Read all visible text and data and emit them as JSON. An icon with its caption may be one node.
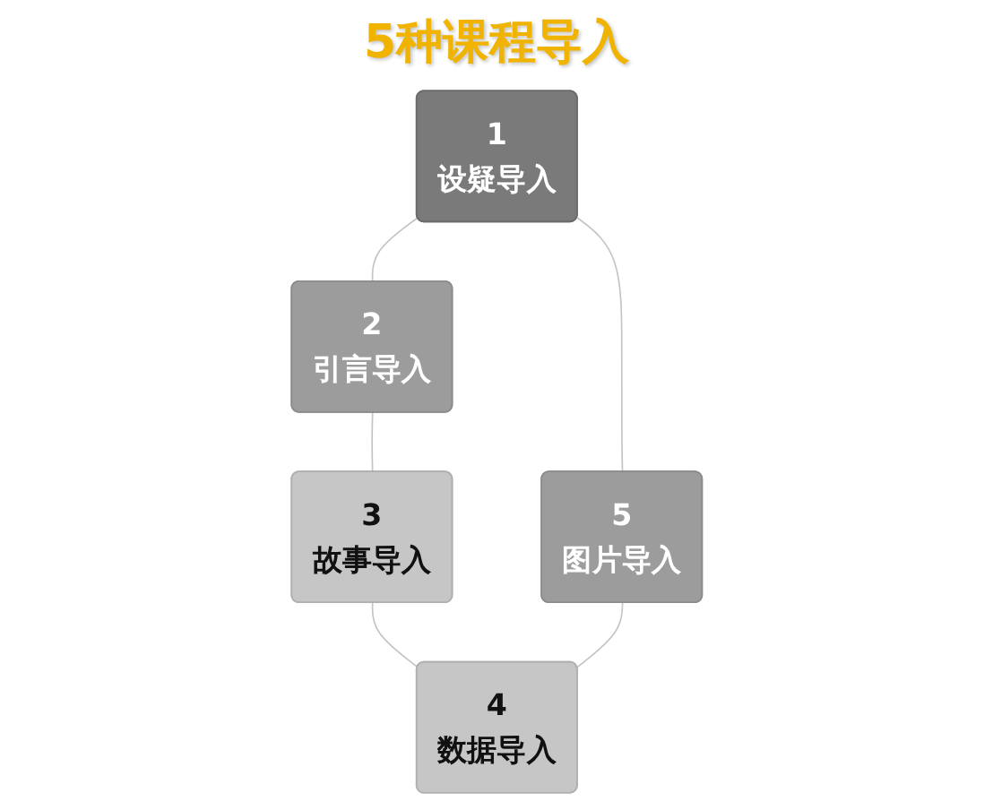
{
  "diagram": {
    "title": "5种课程导入",
    "nodes": [
      {
        "text": [
          "1",
          "设疑导入"
        ]
      },
      {
        "text": [
          "2",
          "引言导入"
        ]
      },
      {
        "text": [
          "3",
          "故事导入"
        ]
      },
      {
        "text": [
          "4",
          "数据导入"
        ]
      },
      {
        "text": [
          "5",
          "图片导入"
        ]
      }
    ],
    "edges": [
      {
        "from": 0,
        "to": 1,
        "arrow": "none"
      },
      {
        "from": 1,
        "to": 2,
        "arrow": "none"
      },
      {
        "from": 2,
        "to": 3,
        "arrow": "none"
      },
      {
        "from": 4,
        "to": 3,
        "arrow": "none"
      },
      {
        "from": 0,
        "to": 4,
        "arrow": "none"
      }
    ]
  }
}
